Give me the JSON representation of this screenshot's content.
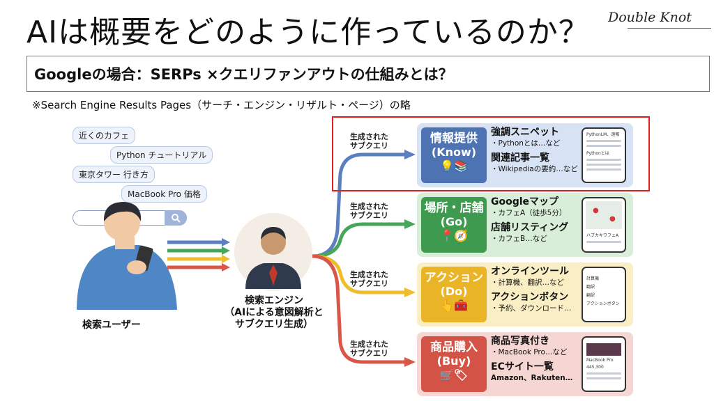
{
  "title": "AIは概要をどのように作っているのか？",
  "logo": "Double Knot",
  "subtitle": "Googleの場合：SERPs ×クエリファンアウトの仕組みとは？",
  "note": "※Search Engine Results Pages（サーチ・エンジン・リザルト・ページ）の略",
  "queries": [
    "近くのカフェ",
    "Python チュートリアル",
    "東京タワー 行き方",
    "MacBook Pro 価格"
  ],
  "user_label": "検索ユーザー",
  "engine_label": [
    "検索エンジン",
    "（AIによる意図解析と",
    "サブクエリ生成）"
  ],
  "generated_label": [
    "生成された",
    "サブクエリ"
  ],
  "colors": {
    "blue": "#5b7fbf",
    "green": "#47a65a",
    "yellow": "#f0bd2a",
    "red": "#d9574a",
    "gray": "#9aa3ad"
  },
  "panels": [
    {
      "category": "情報提供",
      "tag": "(Know)",
      "heading1": "強調スニペット",
      "body1": "・Pythonとは…など",
      "heading2": "関連記事一覧",
      "body2": "・Wikipediaの要約…など",
      "phone": [
        "PythonLM、速報",
        "Pythonとは"
      ]
    },
    {
      "category": "場所・店舗",
      "tag": "(Go)",
      "heading1": "Googleマップ",
      "body1": "・カフェA（徒歩5分）",
      "heading2": "店舗リスティング",
      "body2": "・カフェB…など",
      "phone": [
        "ハブカキワフェA"
      ]
    },
    {
      "category": "アクション",
      "tag": "(Do)",
      "heading1": "オンラインツール",
      "body1": "・計算機、翻訳…など",
      "heading2": "アクションボタン",
      "body2": "・予約、ダウンロード…",
      "phone": [
        "計算機",
        "翻訳",
        "翻訳",
        "アクションボタン"
      ]
    },
    {
      "category": "商品購入",
      "tag": "(Buy)",
      "heading1": "商品写真付き",
      "body1": "・MacBook Pro…など",
      "heading2": "ECサイト一覧",
      "body2": "Amazon、Rakuten…",
      "phone": [
        "MacBook Pro",
        "445,300"
      ]
    }
  ]
}
